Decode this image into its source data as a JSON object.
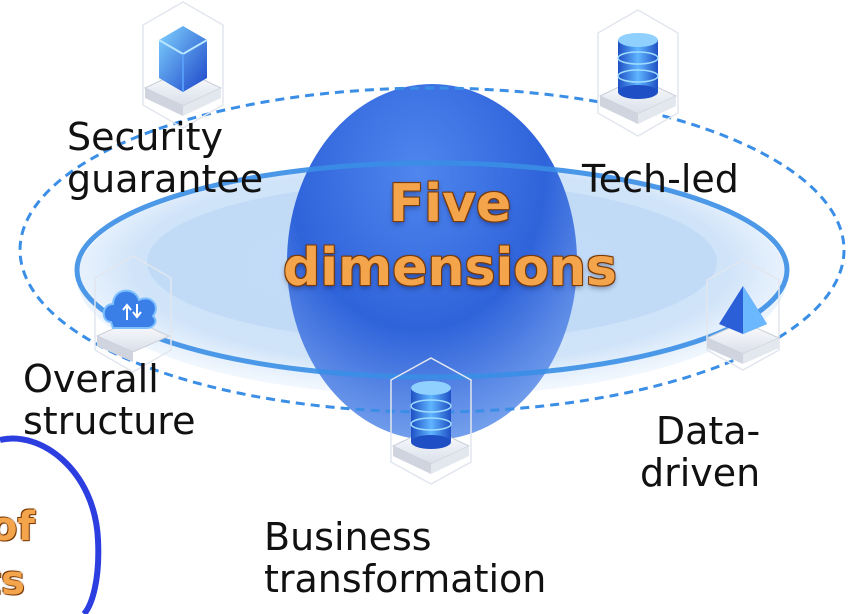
{
  "center": {
    "line1": "Five",
    "line2": "dimensions"
  },
  "dimensions": {
    "security": {
      "line1": "Security",
      "line2": "guarantee",
      "icon": "database-cube-icon"
    },
    "tech": {
      "line1": "Tech-led",
      "icon": "database-cylinder-icon"
    },
    "overall": {
      "line1": "Overall",
      "line2": "structure",
      "icon": "cloud-transfer-icon"
    },
    "data": {
      "line1": "Data-",
      "line2": "driven",
      "icon": "pyramid-icon"
    },
    "business": {
      "line1": "Business",
      "line2": "transformation",
      "icon": "database-cylinder-icon"
    }
  },
  "partial_left": {
    "line1": "of",
    "line2": "ts"
  },
  "colors": {
    "accent_orange": "#f4a44a",
    "ring_blue": "#3a8ee6",
    "orb_blue": "#2f6fe0"
  }
}
